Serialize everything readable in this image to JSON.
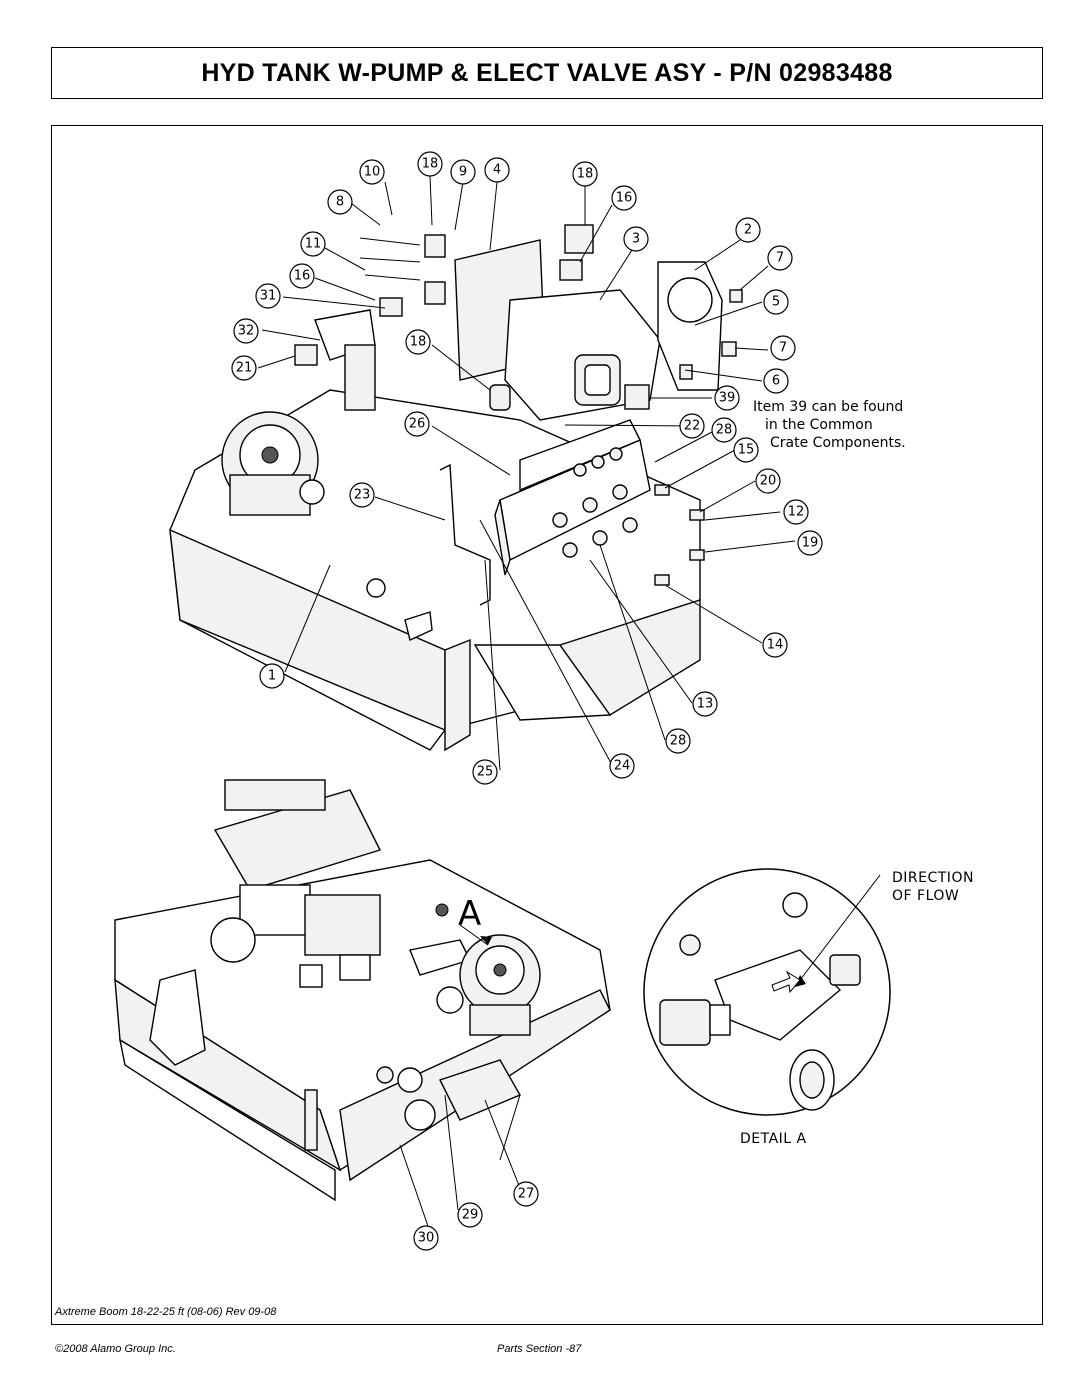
{
  "header": {
    "title": "HYD TANK W-PUMP & ELECT VALVE ASY - P/N 02983488"
  },
  "callouts": [
    "10",
    "18",
    "9",
    "4",
    "18",
    "16",
    "8",
    "3",
    "2",
    "11",
    "7",
    "16",
    "31",
    "5",
    "32",
    "18",
    "7",
    "21",
    "6",
    "39",
    "26",
    "22",
    "28",
    "15",
    "20",
    "23",
    "12",
    "19",
    "1",
    "14",
    "13",
    "28",
    "25",
    "24",
    "29",
    "27",
    "30"
  ],
  "note": {
    "line1": "Item 39 can be found",
    "line2": "in the Common",
    "line3": "Crate Components."
  },
  "detail": {
    "marker": "A",
    "flow1": "DIRECTION",
    "flow2": "OF FLOW",
    "label": "DETAIL A"
  },
  "footer": {
    "model": "Axtreme Boom 18-22-25 ft (08-06) Rev 09-08",
    "copyright": "©2008 Alamo Group Inc.",
    "page": "Parts Section -87"
  }
}
